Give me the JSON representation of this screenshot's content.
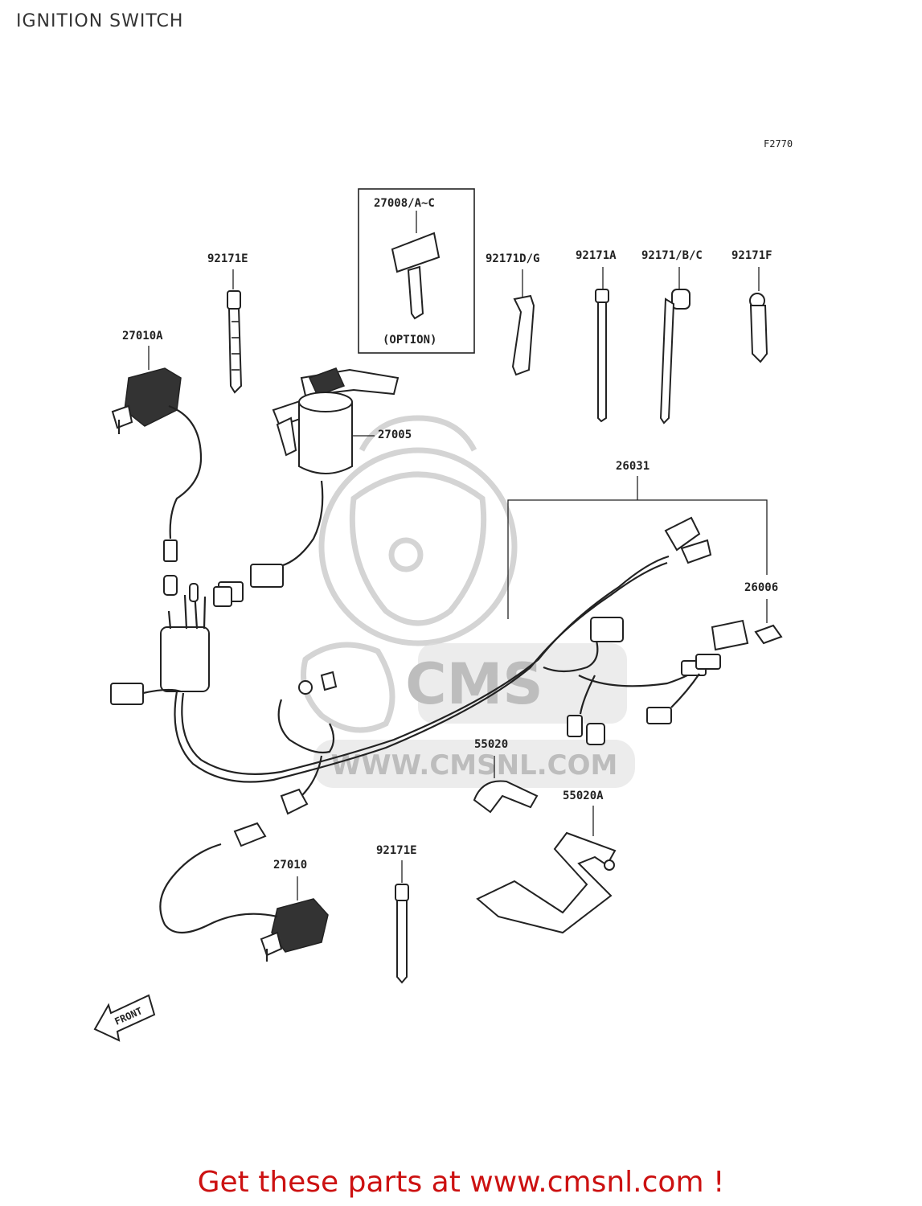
{
  "title": "IGNITION SWITCH",
  "figure_code": "F2770",
  "parts": {
    "p27008": "27008/A~C",
    "option": "(OPTION)",
    "p92171E_top": "92171E",
    "p92171DG": "92171D/G",
    "p92171A": "92171A",
    "p92171BC": "92171/B/C",
    "p92171F": "92171F",
    "p27010A": "27010A",
    "p27005": "27005",
    "p26031": "26031",
    "p26006": "26006",
    "p55020": "55020",
    "p55020A": "55020A",
    "p92171E_bottom": "92171E",
    "p27010": "27010"
  },
  "front_arrow": "FRONT",
  "watermark": "WWW.CMSNL.COM",
  "footer": "Get these parts at www.cmsnl.com !"
}
